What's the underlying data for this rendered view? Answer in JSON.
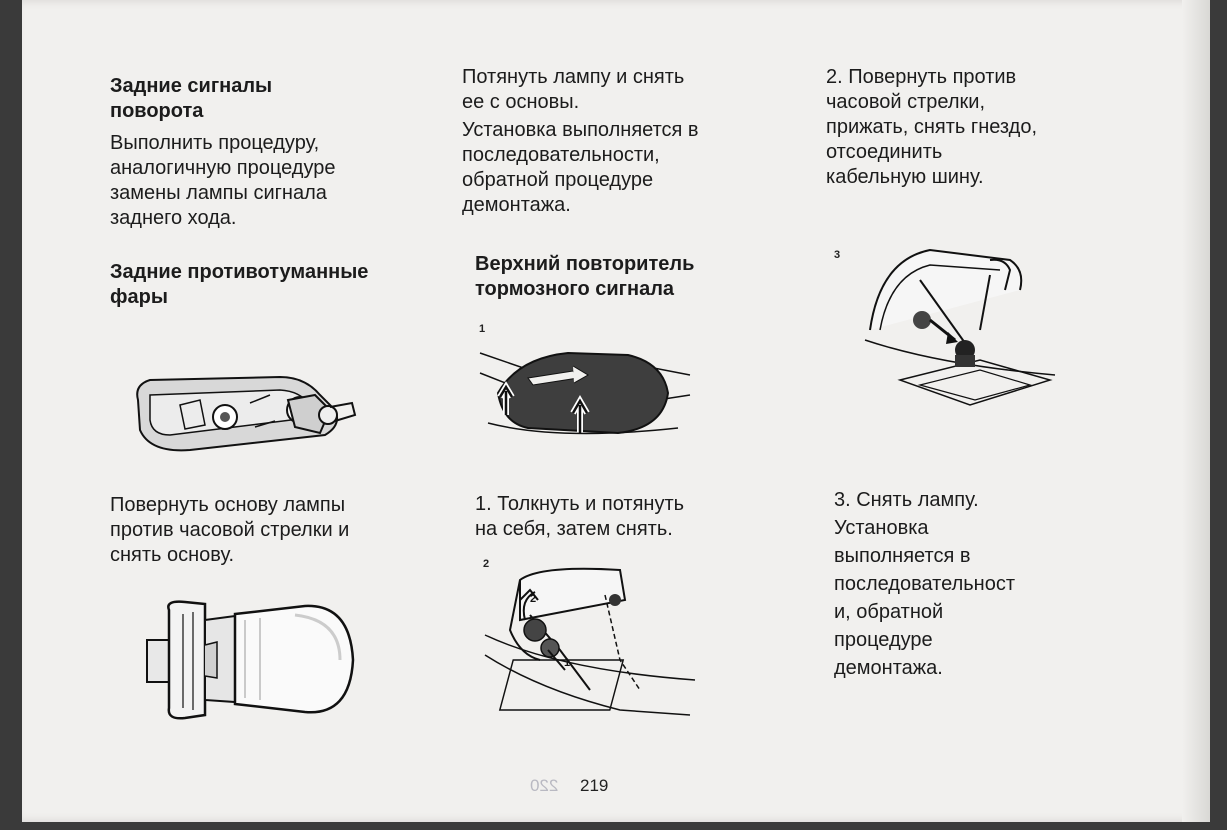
{
  "page_number": "219",
  "bleed_number": "220",
  "col1": {
    "heading1": [
      "Задние сигналы",
      "поворота"
    ],
    "para1": [
      "Выполнить процедуру,",
      "аналогичную процедуре",
      "замены лампы сигнала",
      "заднего хода."
    ],
    "heading2": [
      "Задние противотуманные",
      "фары"
    ],
    "para2": [
      "Повернуть основу лампы",
      "против часовой стрелки и",
      "снять основу."
    ]
  },
  "col2": {
    "para1": [
      "Потянуть лампу и снять",
      "ее с основы."
    ],
    "para2": [
      "Установка выполняется в",
      "последовательности,",
      "обратной процедуре",
      "демонтажа."
    ],
    "heading": [
      "Верхний повторитель",
      "тормозного сигнала"
    ],
    "fig1_label": "1",
    "step1": [
      "1. Толкнуть и потянуть",
      "на себя, затем снять."
    ],
    "fig2_label": "2",
    "fig2_callout_a": "2",
    "fig2_callout_b": "1"
  },
  "col3": {
    "step2": [
      "2. Повернуть против",
      "часовой стрелки,",
      "прижать, снять гнездо,",
      "отсоединить",
      "кабельную шину."
    ],
    "fig3_label": "3",
    "step3": [
      "3. Снять лампу.",
      "Установка",
      "выполняется в",
      "последовательност",
      "и, обратной",
      "процедуре",
      "демонтажа."
    ]
  }
}
